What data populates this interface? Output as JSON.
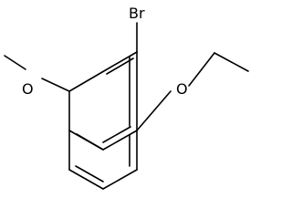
{
  "molecule": {
    "atoms": {
      "bromine": "Br",
      "oxygen_methoxy": "O",
      "oxygen_ethoxy": "O"
    }
  }
}
